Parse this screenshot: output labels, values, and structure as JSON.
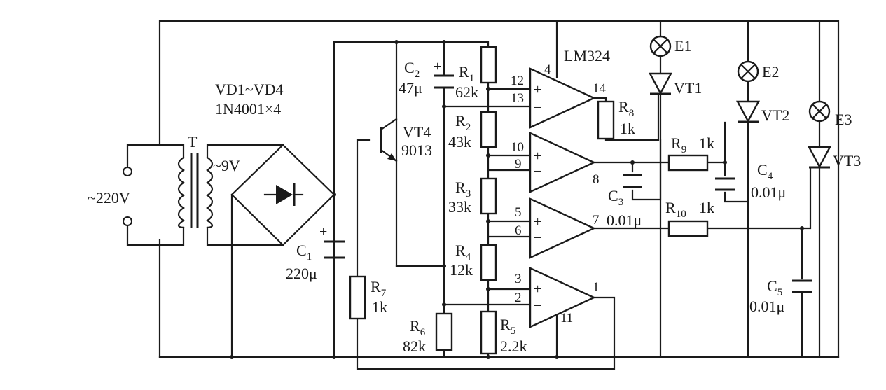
{
  "ic": {
    "name": "LM324",
    "pin_vcc": "4",
    "pin_gnd": "11"
  },
  "source": {
    "voltage": "~220V"
  },
  "transformer": {
    "label": "T",
    "secondary": "~9V"
  },
  "bridge": {
    "diodes": "VD1~VD4",
    "part": "1N4001×4"
  },
  "c1": {
    "name": "C",
    "sub": "1",
    "value": "220μ",
    "plus": "+"
  },
  "c2": {
    "name": "C",
    "sub": "2",
    "value": "47μ",
    "plus": "+"
  },
  "c3": {
    "name": "C",
    "sub": "3",
    "value": "0.01μ"
  },
  "c4": {
    "name": "C",
    "sub": "4",
    "value": "0.01μ"
  },
  "c5": {
    "name": "C",
    "sub": "5",
    "value": "0.01μ"
  },
  "r1": {
    "name": "R",
    "sub": "1",
    "value": "62k"
  },
  "r2": {
    "name": "R",
    "sub": "2",
    "value": "43k"
  },
  "r3": {
    "name": "R",
    "sub": "3",
    "value": "33k"
  },
  "r4": {
    "name": "R",
    "sub": "4",
    "value": "12k"
  },
  "r5": {
    "name": "R",
    "sub": "5",
    "value": "2.2k"
  },
  "r6": {
    "name": "R",
    "sub": "6",
    "value": "82k"
  },
  "r7": {
    "name": "R",
    "sub": "7",
    "value": "1k"
  },
  "r8": {
    "name": "R",
    "sub": "8",
    "value": "1k"
  },
  "r9": {
    "name": "R",
    "sub": "9",
    "value": "1k"
  },
  "r10": {
    "name": "R",
    "sub": "10",
    "value": "1k"
  },
  "vt4": {
    "name": "VT4",
    "part": "9013"
  },
  "opamp1": {
    "in_plus": "12",
    "in_minus": "13",
    "out": "14"
  },
  "opamp2": {
    "in_plus": "10",
    "in_minus": "9",
    "out": "8"
  },
  "opamp3": {
    "in_plus": "5",
    "in_minus": "6",
    "out": "7"
  },
  "opamp4": {
    "in_plus": "3",
    "in_minus": "2",
    "out": "1"
  },
  "lamps": [
    "E1",
    "E2",
    "E3"
  ],
  "thyristors": [
    "VT1",
    "VT2",
    "VT3"
  ],
  "signs": {
    "plus": "+",
    "minus": "−"
  }
}
